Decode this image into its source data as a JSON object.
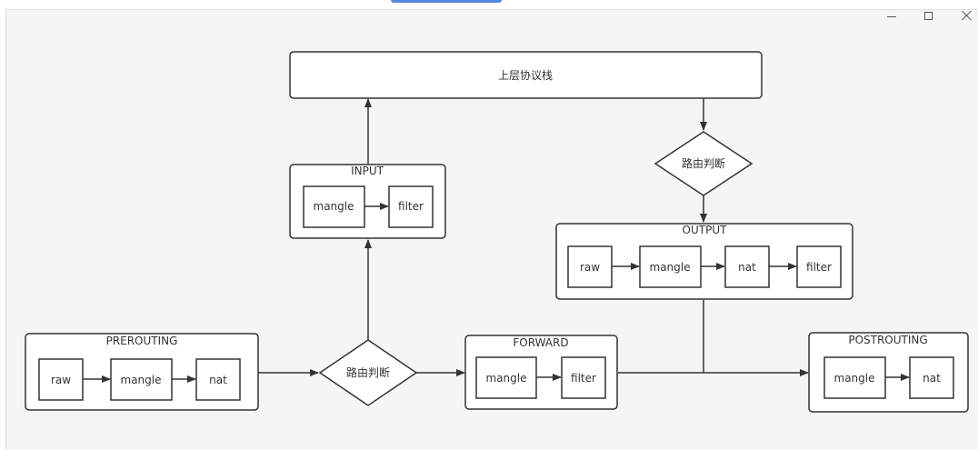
{
  "window": {
    "controls": {
      "minimize_icon": "minimize-icon",
      "maximize_icon": "maximize-icon",
      "close_icon": "close-icon"
    }
  },
  "diagram": {
    "top_box": "上层协议栈",
    "decision_label": "路由判断",
    "chains": {
      "prerouting": {
        "title": "PREROUTING",
        "tables": [
          "raw",
          "mangle",
          "nat"
        ]
      },
      "input": {
        "title": "INPUT",
        "tables": [
          "mangle",
          "filter"
        ]
      },
      "forward": {
        "title": "FORWARD",
        "tables": [
          "mangle",
          "filter"
        ]
      },
      "output": {
        "title": "OUTPUT",
        "tables": [
          "raw",
          "mangle",
          "nat",
          "filter"
        ]
      },
      "postrouting": {
        "title": "POSTROUTING",
        "tables": [
          "mangle",
          "nat"
        ]
      }
    }
  }
}
